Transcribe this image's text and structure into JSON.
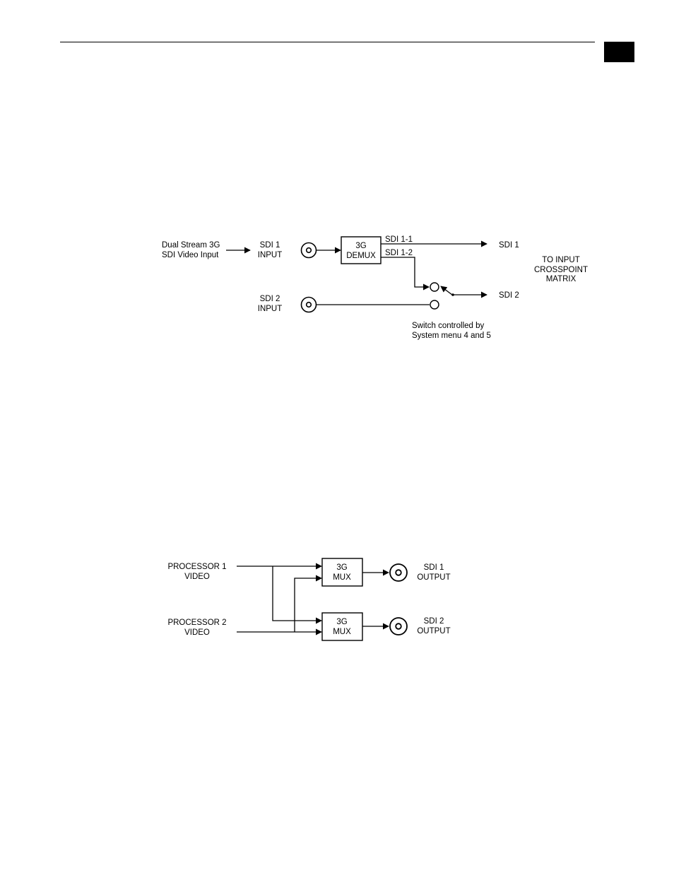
{
  "header": {
    "rule": "page-header-rule",
    "tab_color": "#000000"
  },
  "diagram1": {
    "source_label": [
      "Dual Stream 3G",
      "SDI Video Input"
    ],
    "sdi1_input": [
      "SDI 1",
      "INPUT"
    ],
    "sdi2_input": [
      "SDI 2",
      "INPUT"
    ],
    "demux": [
      "3G",
      "DEMUX"
    ],
    "stream1": "SDI 1-1",
    "stream2": "SDI 1-2",
    "out1": "SDI 1",
    "out2": "SDI 2",
    "destination": [
      "TO INPUT",
      "CROSSPOINT",
      "MATRIX"
    ],
    "switch_note": [
      "Switch controlled by",
      "System menu 4 and 5"
    ]
  },
  "diagram2": {
    "proc1": [
      "PROCESSOR 1",
      "VIDEO"
    ],
    "proc2": [
      "PROCESSOR 2",
      "VIDEO"
    ],
    "mux1": [
      "3G",
      "MUX"
    ],
    "mux2": [
      "3G",
      "MUX"
    ],
    "out1": [
      "SDI 1",
      "OUTPUT"
    ],
    "out2": [
      "SDI 2",
      "OUTPUT"
    ]
  }
}
